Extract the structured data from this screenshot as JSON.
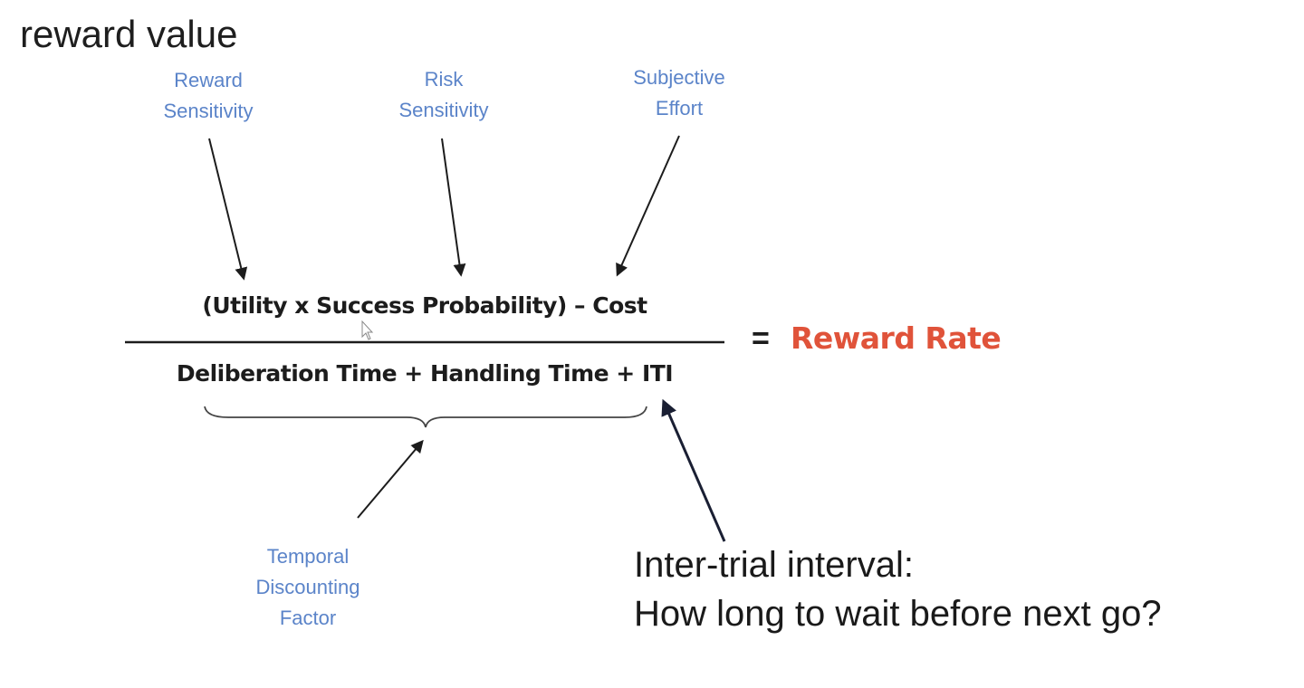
{
  "title": "reward value",
  "factors": {
    "reward_sensitivity": [
      "Reward",
      "Sensitivity"
    ],
    "risk_sensitivity": [
      "Risk",
      "Sensitivity"
    ],
    "subjective_effort": [
      "Subjective",
      "Effort"
    ],
    "temporal_discounting": [
      "Temporal",
      "Discounting",
      "Factor"
    ]
  },
  "equation": {
    "numerator": "(Utility x Success Probability) – Cost",
    "denominator": "Deliberation Time + Handling Time + ITI",
    "equals": "=",
    "result": "Reward Rate"
  },
  "note": {
    "line1": "Inter-trial interval:",
    "line2": "How long to wait before next go?"
  },
  "colors": {
    "factor_text": "#5b84c9",
    "result_text": "#e0533a",
    "body_text": "#1c1c1c"
  }
}
